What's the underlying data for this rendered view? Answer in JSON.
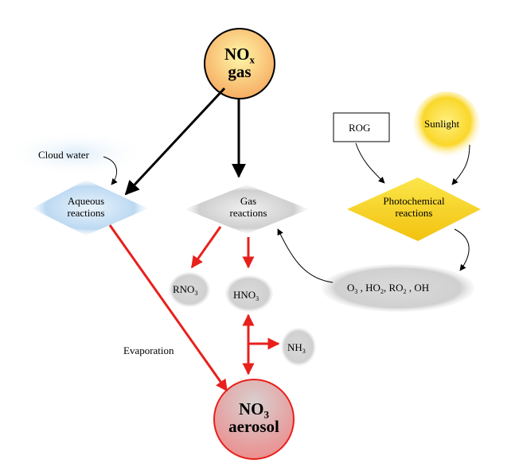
{
  "nodes": {
    "nox": {
      "main": "NO",
      "sub": "x",
      "line2": "gas"
    },
    "cloud_water": "Cloud water",
    "aqueous": {
      "line1": "Aqueous",
      "line2": "reactions"
    },
    "gas_reactions": {
      "line1": "Gas",
      "line2": "reactions"
    },
    "rog": "ROG",
    "sunlight": "Sunlight",
    "photochemical": {
      "line1": "Photochemical",
      "line2": "reactions"
    },
    "oxidants": {
      "o": "O",
      "o_sub": "3",
      "ho": " , HO",
      "ho_sub": "2",
      "ro": ", RO",
      "ro_sub": "2",
      "oh": " , OH"
    },
    "rno3": {
      "main": "RNO",
      "sub": "3"
    },
    "hno3": {
      "main": "HNO",
      "sub": "3"
    },
    "nh3": {
      "main": "NH",
      "sub": "3"
    },
    "evaporation": "Evaporation",
    "no3": {
      "main": "NO",
      "sub": "3",
      "line2": "aerosol"
    }
  },
  "colors": {
    "black_arrow": "#000000",
    "red_arrow": "#e8201c",
    "nox_fill": "#fbc97a",
    "aerosol_fill": "#e79a9a",
    "photochem_fill": "#f7d51a",
    "sunlight_fill": "#f7c41a",
    "aqueous_fill": "#bfdcf2",
    "gray_fill": "#c8c8c8"
  }
}
